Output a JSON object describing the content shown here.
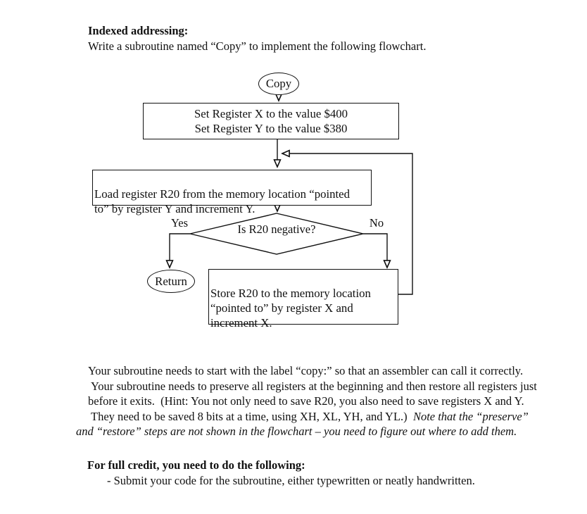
{
  "colors": {
    "ink": "#111111",
    "paper": "#ffffff"
  },
  "intro": {
    "heading": "Indexed addressing:",
    "line": "Write a subroutine named “Copy” to implement the following flowchart."
  },
  "flowchart": {
    "start_label": "Copy",
    "init_box": "Set Register X to the value $400\nSet Register Y to the value $380",
    "load_box": "Load register R20 from the memory location “pointed\nto” by register Y and increment Y.",
    "decision_label": "Is R20 negative?",
    "yes_label": "Yes",
    "no_label": "No",
    "return_label": "Return",
    "store_box": "Store R20 to the memory location\n“pointed to” by register X and\nincrement X."
  },
  "body_paragraph": {
    "line1": "Your subroutine needs to start with the label “copy:” so that an assembler can call it correctly.",
    "line2": "Your subroutine needs to preserve all registers at the beginning and then restore all registers just",
    "line3": "before it exits.  (Hint: You not only need to save R20, you also need to save registers X and Y.",
    "line4_normal": "They need to be saved 8 bits at a time, using XH, XL, YH, and YL.)  ",
    "line4_italic": "Note that the “preserve”",
    "line5_italic": "and “restore” steps are not shown in the flowchart – you need to figure out where to add them."
  },
  "credit": {
    "heading": "For full credit, you need to do the following:",
    "item": "- Submit your code for the subroutine, either typewritten or neatly handwritten."
  }
}
